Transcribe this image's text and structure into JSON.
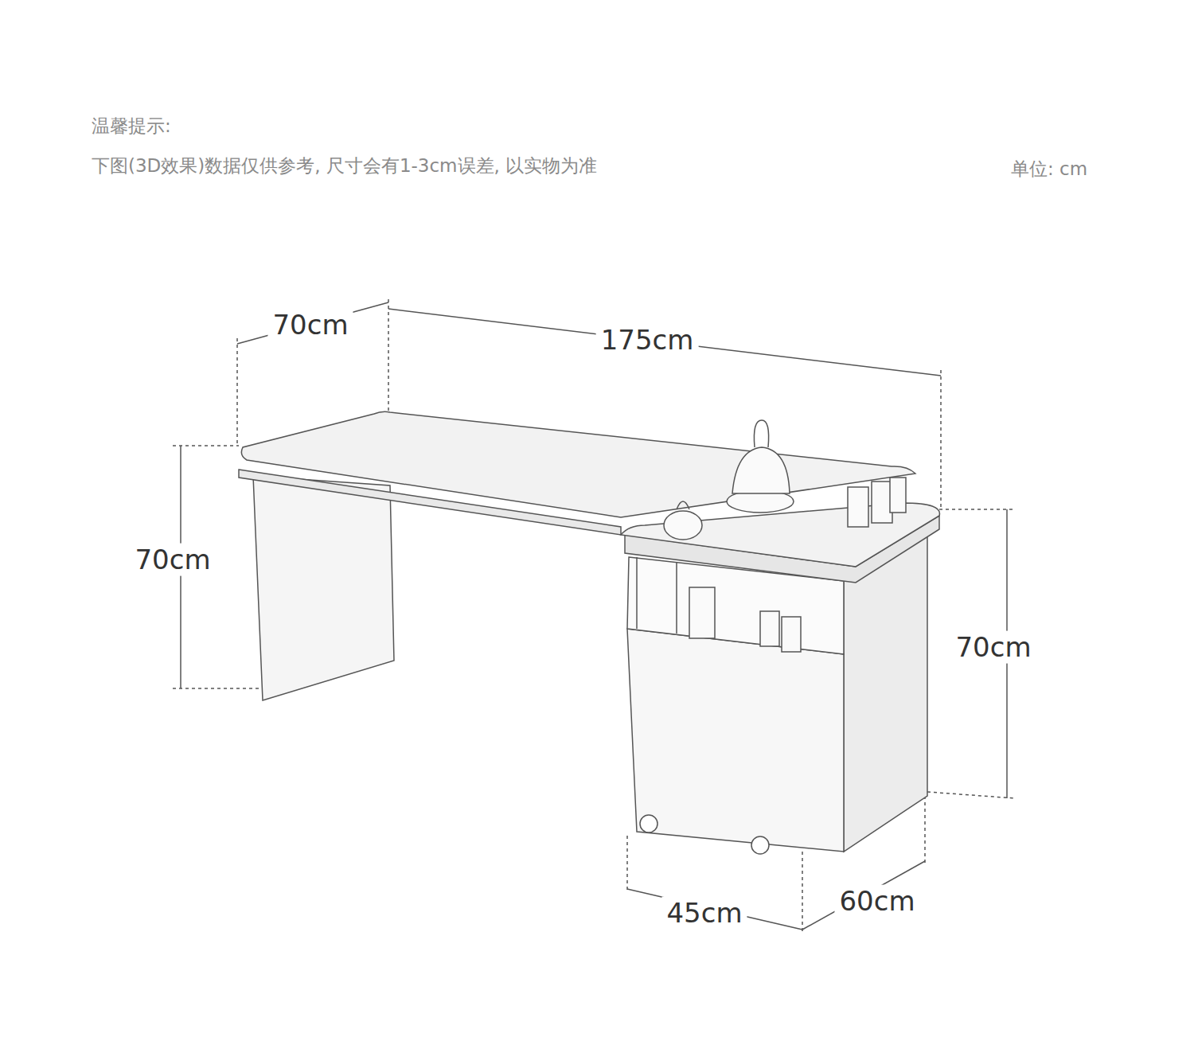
{
  "diagram": {
    "labels": [
      "温馨提示:",
      "下图(3D效果)数据仅供参考, 尺寸会有1-3cm误差, 以实物为准",
      "单位: cm",
      "70cm",
      "175cm",
      "70cm",
      "70cm",
      "45cm",
      "60cm"
    ]
  }
}
